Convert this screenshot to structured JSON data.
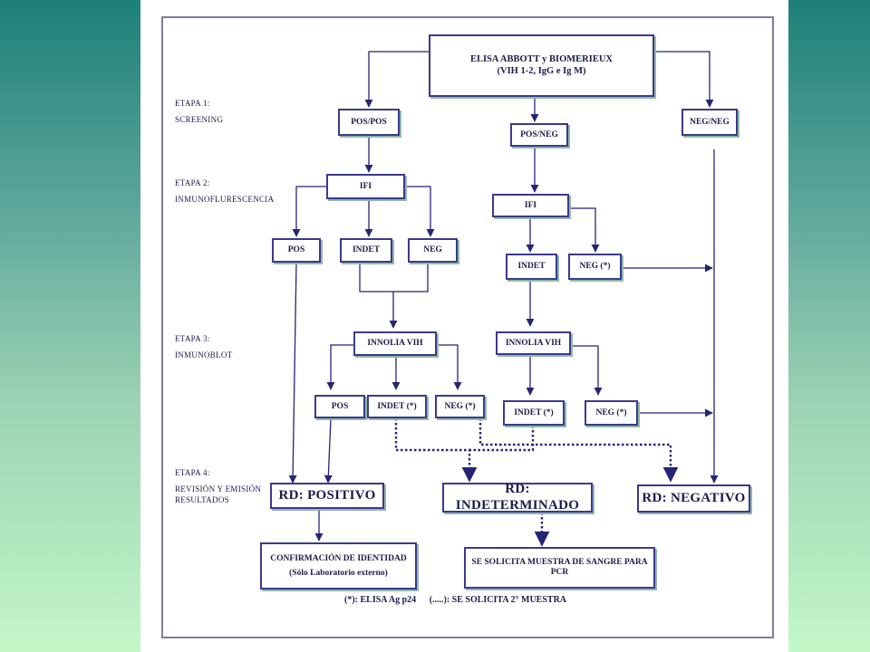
{
  "stages": {
    "s1_title": "ETAPA 1:",
    "s1_name": "SCREENING",
    "s2_title": "ETAPA 2:",
    "s2_name": "INMUNOFLURESCENCIA",
    "s3_title": "ETAPA 3:",
    "s3_name": "INMUNOBLOT",
    "s4_title": "ETAPA 4:",
    "s4_name_line1": "REVISIÓN Y EMISIÓN",
    "s4_name_line2": "RESULTADOS"
  },
  "nodes": {
    "elisa_line1": "ELISA ABBOTT y BIOMERIEUX",
    "elisa_line2": "(VIH 1-2, IgG e Ig M)",
    "pos_pos": "POS/POS",
    "pos_neg": "POS/NEG",
    "neg_neg": "NEG/NEG",
    "ifi_left": "IFI",
    "ifi_right": "IFI",
    "pos_ifi": "POS",
    "indet_ifi": "INDET",
    "neg_ifi": "NEG",
    "indet_ifi_right": "INDET",
    "neg_star_ifi_right": "NEG (*)",
    "innolia_left": "INNOLIA VIH",
    "innolia_right": "INNOLIA VIH",
    "pos_blot": "POS",
    "indet_star_blot": "INDET (*)",
    "neg_star_blot": "NEG (*)",
    "indet_star_blot_right": "INDET (*)",
    "neg_star_blot_right": "NEG (*)",
    "rd_positivo": "RD: POSITIVO",
    "rd_indeterminado": "RD: INDETERMINADO",
    "rd_negativo": "RD: NEGATIVO",
    "confirm_line1": "CONFIRMACIÓN DE IDENTIDAD",
    "confirm_line2": "(Sólo Laboratorio externo)",
    "pcr_line1": "SE SOLICITA MUESTRA DE SANGRE PARA",
    "pcr_line2": "PCR"
  },
  "legend": {
    "star": "(*): ELISA Ag p24",
    "dots": "(.....): SE SOLICITA 2° MUESTRA"
  }
}
